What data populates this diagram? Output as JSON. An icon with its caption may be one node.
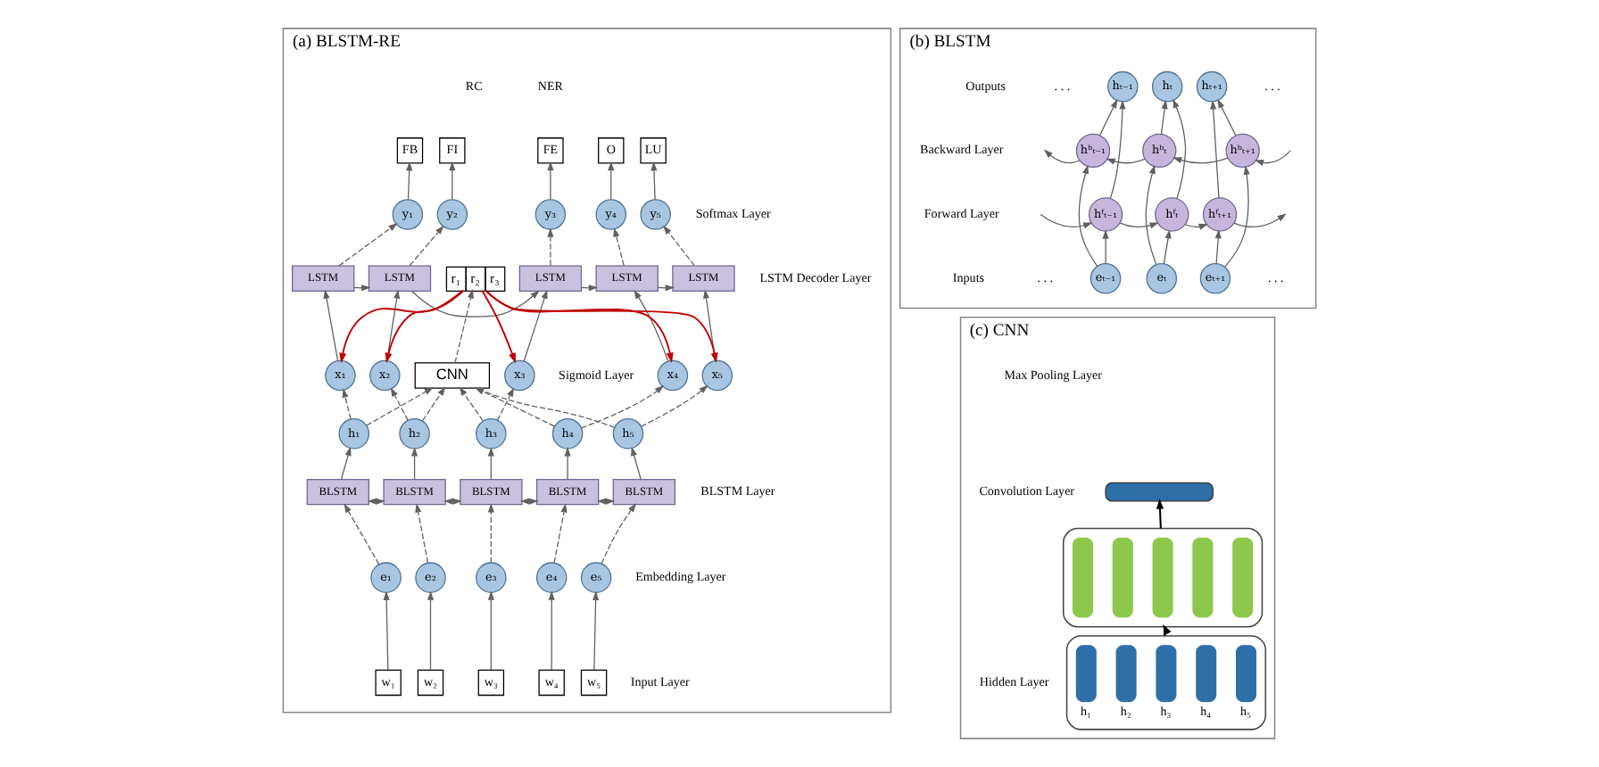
{
  "diagram": {
    "nodes": [
      {
        "text": [
          "(a) BLSTM-RE"
        ]
      },
      {
        "text": [
          "FB"
        ],
        "in": 0
      },
      {
        "text": [
          "FI"
        ],
        "in": 0
      },
      {
        "text": [
          "FE"
        ],
        "in": 0
      },
      {
        "text": [
          "O"
        ],
        "in": 0
      },
      {
        "text": [
          "LU"
        ],
        "in": 0
      },
      {
        "text": [
          "y₁"
        ],
        "in": 0
      },
      {
        "text": [
          "y₂"
        ],
        "in": 0
      },
      {
        "text": [
          "y₃"
        ],
        "in": 0
      },
      {
        "text": [
          "y₄"
        ],
        "in": 0
      },
      {
        "text": [
          "y₅"
        ],
        "in": 0
      },
      {
        "text": [
          "LSTM"
        ],
        "in": 0
      },
      {
        "text": [
          "LSTM"
        ],
        "in": 0
      },
      {
        "text": [
          "LSTM"
        ],
        "in": 0
      },
      {
        "text": [
          "LSTM"
        ],
        "in": 0
      },
      {
        "text": [
          "LSTM"
        ],
        "in": 0
      },
      {
        "text": [
          "x₁"
        ],
        "in": 0
      },
      {
        "text": [
          "x₂"
        ],
        "in": 0
      },
      {
        "text": [
          "x₃"
        ],
        "in": 0
      },
      {
        "text": [
          "x₄"
        ],
        "in": 0
      },
      {
        "text": [
          "x₅"
        ],
        "in": 0
      },
      {
        "text": [
          "r₁",
          "r₂",
          "r₃"
        ],
        "in": 0
      },
      {
        "text": [
          "CNN"
        ],
        "in": 0
      },
      {
        "text": [
          "h₁"
        ],
        "in": 0
      },
      {
        "text": [
          "h₂"
        ],
        "in": 0
      },
      {
        "text": [
          "h₃"
        ],
        "in": 0
      },
      {
        "text": [
          "h₄"
        ],
        "in": 0
      },
      {
        "text": [
          "h₅"
        ],
        "in": 0
      },
      {
        "text": [
          "BLSTM"
        ],
        "in": 0
      },
      {
        "text": [
          "BLSTM"
        ],
        "in": 0
      },
      {
        "text": [
          "BLSTM"
        ],
        "in": 0
      },
      {
        "text": [
          "BLSTM"
        ],
        "in": 0
      },
      {
        "text": [
          "BLSTM"
        ],
        "in": 0
      },
      {
        "text": [
          "e₁"
        ],
        "in": 0
      },
      {
        "text": [
          "e₂"
        ],
        "in": 0
      },
      {
        "text": [
          "e₃"
        ],
        "in": 0
      },
      {
        "text": [
          "e₄"
        ],
        "in": 0
      },
      {
        "text": [
          "e₅"
        ],
        "in": 0
      },
      {
        "text": [
          "w₁"
        ],
        "in": 0
      },
      {
        "text": [
          "w₂"
        ],
        "in": 0
      },
      {
        "text": [
          "w₃"
        ],
        "in": 0
      },
      {
        "text": [
          "w₄"
        ],
        "in": 0
      },
      {
        "text": [
          "w₅"
        ],
        "in": 0
      },
      {
        "text": [
          "(b) BLSTM"
        ]
      },
      {
        "text": [
          "hₜ₋₁"
        ],
        "in": 43
      },
      {
        "text": [
          "hₜ"
        ],
        "in": 43
      },
      {
        "text": [
          "hₜ₊₁"
        ],
        "in": 43
      },
      {
        "text": [
          "hᵇₜ₋₁"
        ],
        "in": 43
      },
      {
        "text": [
          "hᵇₜ"
        ],
        "in": 43
      },
      {
        "text": [
          "hᵇₜ₊₁"
        ],
        "in": 43
      },
      {
        "text": [
          "hᶠₜ₋₁"
        ],
        "in": 43
      },
      {
        "text": [
          "hᶠₜ"
        ],
        "in": 43
      },
      {
        "text": [
          "hᶠₜ₊₁"
        ],
        "in": 43
      },
      {
        "text": [
          "eₜ₋₁"
        ],
        "in": 43
      },
      {
        "text": [
          "eₜ"
        ],
        "in": 43
      },
      {
        "text": [
          "eₜ₊₁"
        ],
        "in": 43
      },
      {
        "text": [
          "(c) CNN"
        ]
      },
      {
        "text": [],
        "shape": "bar",
        "in": 56
      },
      {
        "text": [],
        "shape": "box",
        "in": 56
      },
      {
        "text": [],
        "shape": "bar",
        "in": 58
      },
      {
        "text": [],
        "shape": "bar",
        "in": 58
      },
      {
        "text": [],
        "shape": "bar",
        "in": 58
      },
      {
        "text": [],
        "shape": "bar",
        "in": 58
      },
      {
        "text": [],
        "shape": "bar",
        "in": 58
      },
      {
        "text": [],
        "shape": "box",
        "in": 56
      },
      {
        "text": [
          "h₁"
        ],
        "in": 64
      },
      {
        "text": [
          "h₂"
        ],
        "in": 64
      },
      {
        "text": [
          "h₃"
        ],
        "in": 64
      },
      {
        "text": [
          "h₄"
        ],
        "in": 64
      },
      {
        "text": [
          "h₅"
        ],
        "in": 64
      }
    ],
    "edges": [
      {
        "from": 6,
        "to": 1,
        "arrow": "to"
      },
      {
        "from": 7,
        "to": 2,
        "arrow": "to"
      },
      {
        "from": 8,
        "to": 3,
        "arrow": "to"
      },
      {
        "from": 9,
        "to": 4,
        "arrow": "to"
      },
      {
        "from": 10,
        "to": 5,
        "arrow": "to"
      },
      {
        "from": 11,
        "to": 6,
        "arrow": "to",
        "style": "dashed"
      },
      {
        "from": 12,
        "to": 7,
        "arrow": "to",
        "style": "dashed"
      },
      {
        "from": 13,
        "to": 8,
        "arrow": "to",
        "style": "dashed"
      },
      {
        "from": 14,
        "to": 9,
        "arrow": "to",
        "style": "dashed"
      },
      {
        "from": 15,
        "to": 10,
        "arrow": "to",
        "style": "dashed"
      },
      {
        "from": 16,
        "to": 11,
        "arrow": "to"
      },
      {
        "from": 17,
        "to": 12,
        "arrow": "to"
      },
      {
        "from": 18,
        "to": 13,
        "arrow": "to"
      },
      {
        "from": 19,
        "to": 14,
        "arrow": "to"
      },
      {
        "from": 20,
        "to": 15,
        "arrow": "to"
      },
      {
        "from": 11,
        "to": 12,
        "arrow": "to"
      },
      {
        "from": 12,
        "to": 13,
        "arrow": "to"
      },
      {
        "from": 13,
        "to": 14,
        "arrow": "to"
      },
      {
        "from": 14,
        "to": 15,
        "arrow": "to"
      },
      {
        "from": 21,
        "to": 16,
        "arrow": "to",
        "color": "#c00000"
      },
      {
        "from": 21,
        "to": 17,
        "arrow": "to",
        "color": "#c00000"
      },
      {
        "from": 21,
        "to": 18,
        "arrow": "to",
        "color": "#c00000"
      },
      {
        "from": 21,
        "to": 19,
        "arrow": "to",
        "color": "#c00000"
      },
      {
        "from": 21,
        "to": 20,
        "arrow": "to",
        "color": "#c00000"
      },
      {
        "from": 22,
        "to": 21,
        "arrow": "to",
        "style": "dashed"
      },
      {
        "from": 23,
        "to": 22,
        "arrow": "to",
        "style": "dashed"
      },
      {
        "from": 24,
        "to": 22,
        "arrow": "to",
        "style": "dashed"
      },
      {
        "from": 25,
        "to": 22,
        "arrow": "to",
        "style": "dashed"
      },
      {
        "from": 26,
        "to": 22,
        "arrow": "to",
        "style": "dashed"
      },
      {
        "from": 27,
        "to": 22,
        "arrow": "to",
        "style": "dashed"
      },
      {
        "from": 23,
        "to": 16,
        "arrow": "to",
        "style": "dashed"
      },
      {
        "from": 24,
        "to": 17,
        "arrow": "to",
        "style": "dashed"
      },
      {
        "from": 25,
        "to": 18,
        "arrow": "to",
        "style": "dashed"
      },
      {
        "from": 26,
        "to": 19,
        "arrow": "to",
        "style": "dashed"
      },
      {
        "from": 27,
        "to": 20,
        "arrow": "to",
        "style": "dashed"
      },
      {
        "from": 28,
        "to": 23,
        "arrow": "to"
      },
      {
        "from": 29,
        "to": 24,
        "arrow": "to"
      },
      {
        "from": 30,
        "to": 25,
        "arrow": "to"
      },
      {
        "from": 31,
        "to": 26,
        "arrow": "to"
      },
      {
        "from": 32,
        "to": 27,
        "arrow": "to"
      },
      {
        "from": 28,
        "to": 29,
        "arrow": "both"
      },
      {
        "from": 29,
        "to": 30,
        "arrow": "both"
      },
      {
        "from": 30,
        "to": 31,
        "arrow": "both"
      },
      {
        "from": 31,
        "to": 32,
        "arrow": "both"
      },
      {
        "from": 33,
        "to": 28,
        "arrow": "to",
        "style": "dashed"
      },
      {
        "from": 34,
        "to": 29,
        "arrow": "to",
        "style": "dashed"
      },
      {
        "from": 35,
        "to": 30,
        "arrow": "to",
        "style": "dashed"
      },
      {
        "from": 36,
        "to": 31,
        "arrow": "to",
        "style": "dashed"
      },
      {
        "from": 37,
        "to": 32,
        "arrow": "to",
        "style": "dashed"
      },
      {
        "from": 38,
        "to": 33,
        "arrow": "to"
      },
      {
        "from": 39,
        "to": 34,
        "arrow": "to"
      },
      {
        "from": 40,
        "to": 35,
        "arrow": "to"
      },
      {
        "from": 41,
        "to": 36,
        "arrow": "to"
      },
      {
        "from": 42,
        "to": 37,
        "arrow": "to"
      },
      {
        "from": 53,
        "to": 47,
        "arrow": "to"
      },
      {
        "from": 53,
        "to": 50,
        "arrow": "to"
      },
      {
        "from": 47,
        "to": 44,
        "arrow": "to"
      },
      {
        "from": 50,
        "to": 44,
        "arrow": "to"
      },
      {
        "from": 54,
        "to": 48,
        "arrow": "to"
      },
      {
        "from": 54,
        "to": 51,
        "arrow": "to"
      },
      {
        "from": 48,
        "to": 45,
        "arrow": "to"
      },
      {
        "from": 51,
        "to": 45,
        "arrow": "to"
      },
      {
        "from": 55,
        "to": 49,
        "arrow": "to"
      },
      {
        "from": 55,
        "to": 52,
        "arrow": "to"
      },
      {
        "from": 49,
        "to": 46,
        "arrow": "to"
      },
      {
        "from": 52,
        "to": 46,
        "arrow": "to"
      },
      {
        "from": null,
        "to": 49,
        "arrow": "to"
      },
      {
        "from": 49,
        "to": 48,
        "arrow": "to"
      },
      {
        "from": 48,
        "to": 47,
        "arrow": "to"
      },
      {
        "from": 47,
        "to": null,
        "arrow": "to"
      },
      {
        "from": null,
        "to": 50,
        "arrow": "to"
      },
      {
        "from": 50,
        "to": 51,
        "arrow": "to"
      },
      {
        "from": 51,
        "to": 52,
        "arrow": "to"
      },
      {
        "from": 52,
        "to": null,
        "arrow": "to"
      },
      {
        "from": 64,
        "to": 58,
        "arrow": "to",
        "color": "#000000"
      },
      {
        "from": 58,
        "to": 57,
        "arrow": "to",
        "color": "#000000"
      }
    ],
    "labels": [
      "RC",
      "NER",
      "Softmax Layer",
      "LSTM Decoder Layer",
      "Sigmoid Layer",
      "BLSTM Layer",
      "Embedding Layer",
      "Input Layer",
      "Outputs",
      ". . .",
      ". . .",
      "Backward Layer",
      "Forward Layer",
      "Inputs",
      ". . .",
      ". . .",
      "Max Pooling Layer",
      "Convolution Layer",
      "Hidden Layer"
    ]
  }
}
